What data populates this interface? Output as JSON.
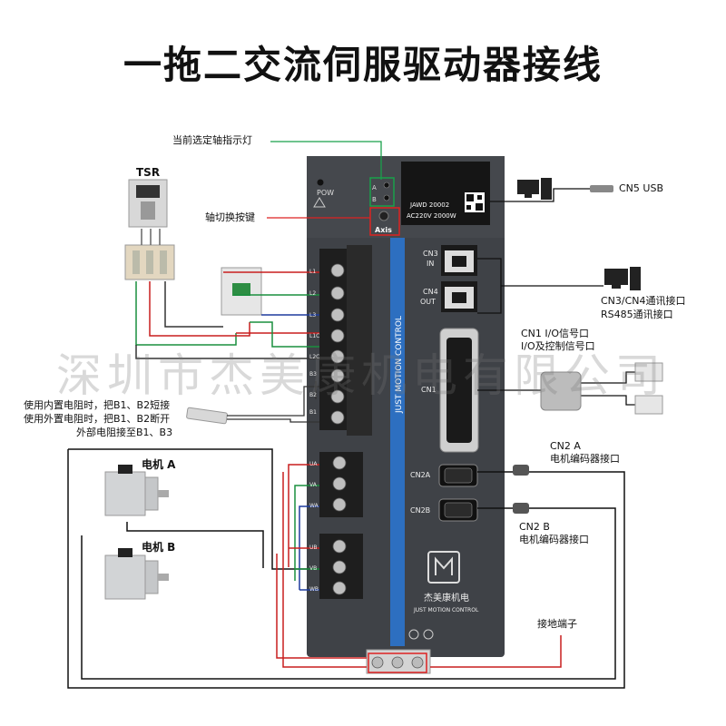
{
  "title": "一拖二交流伺服驱动器接线",
  "watermark": "深圳市杰美康机电有限公司",
  "callouts": {
    "axis_indicator": "当前选定轴指示灯",
    "axis_switch": "轴切换按键",
    "cn5": "CN5 USB",
    "cn34_line1": "CN3/CN4通讯接口",
    "cn34_line2": "RS485通讯接口",
    "cn1_line1": "CN1 I/O信号口",
    "cn1_line2": "I/O及控制信号口",
    "cn2a_line1": "CN2 A",
    "cn2a_line2": "电机编码器接口",
    "cn2b_line1": "CN2 B",
    "cn2b_line2": "电机编码器接口",
    "ground": "接地端子",
    "resistor_line1": "使用内置电阻时，把B1、B2短接",
    "resistor_line2": "使用外置电阻时，把B1、B2断开",
    "resistor_line3": "外部电阻接至B1、B3",
    "breaker": "TSR",
    "motor_a": "电机 A",
    "motor_b": "电机 B"
  },
  "device": {
    "pow": "POW",
    "led_a": "A",
    "led_b": "B",
    "axis": "Axis",
    "model": "JAWD 20002",
    "rating": "AC220V 2000W",
    "vertical_brand": "JUST MOTION CONTROL",
    "brand_cn": "杰美康机电",
    "brand_en": "JUST MOTION CONTROL",
    "port_cn3": "CN3",
    "port_in": "IN",
    "port_cn4": "CN4",
    "port_out": "OUT",
    "port_cn1": "CN1",
    "port_cn2a": "CN2A",
    "port_cn2b": "CN2B"
  },
  "terminals_power": [
    "L1",
    "L2",
    "L3",
    "L1C",
    "L2C",
    "B3",
    "B2",
    "B1"
  ],
  "terminals_motor_a": [
    "UA",
    "VA",
    "WA"
  ],
  "terminals_motor_b": [
    "UB",
    "VB",
    "WB"
  ]
}
